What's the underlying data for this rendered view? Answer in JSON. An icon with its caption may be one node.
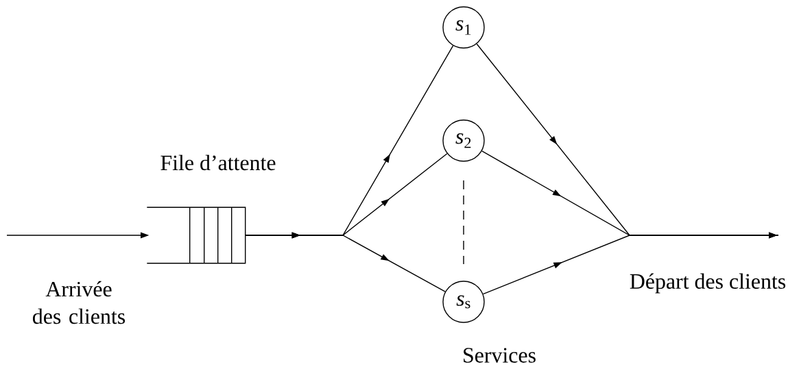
{
  "diagram": {
    "nodes": [
      {
        "text": [],
        "shape": "box"
      },
      {
        "text": [
          "*s*$_{1}$"
        ]
      },
      {
        "text": [
          "*s*$_{2}$"
        ]
      },
      {
        "text": [
          "*s*$_{s}$"
        ]
      }
    ],
    "edges": [
      {
        "from": null,
        "to": 0,
        "arrow": "to"
      },
      {
        "from": 0,
        "to": 1,
        "arrow": "to"
      },
      {
        "from": 0,
        "to": 2,
        "arrow": "to"
      },
      {
        "from": 0,
        "to": 3,
        "arrow": "to"
      },
      {
        "from": 1,
        "to": null,
        "arrow": "to"
      },
      {
        "from": 2,
        "to": null,
        "arrow": "to"
      },
      {
        "from": 3,
        "to": null,
        "arrow": "to"
      }
    ],
    "labels": [
      "File d’attente",
      "Arrivée des clients",
      "Départ des clients",
      "Services"
    ]
  }
}
